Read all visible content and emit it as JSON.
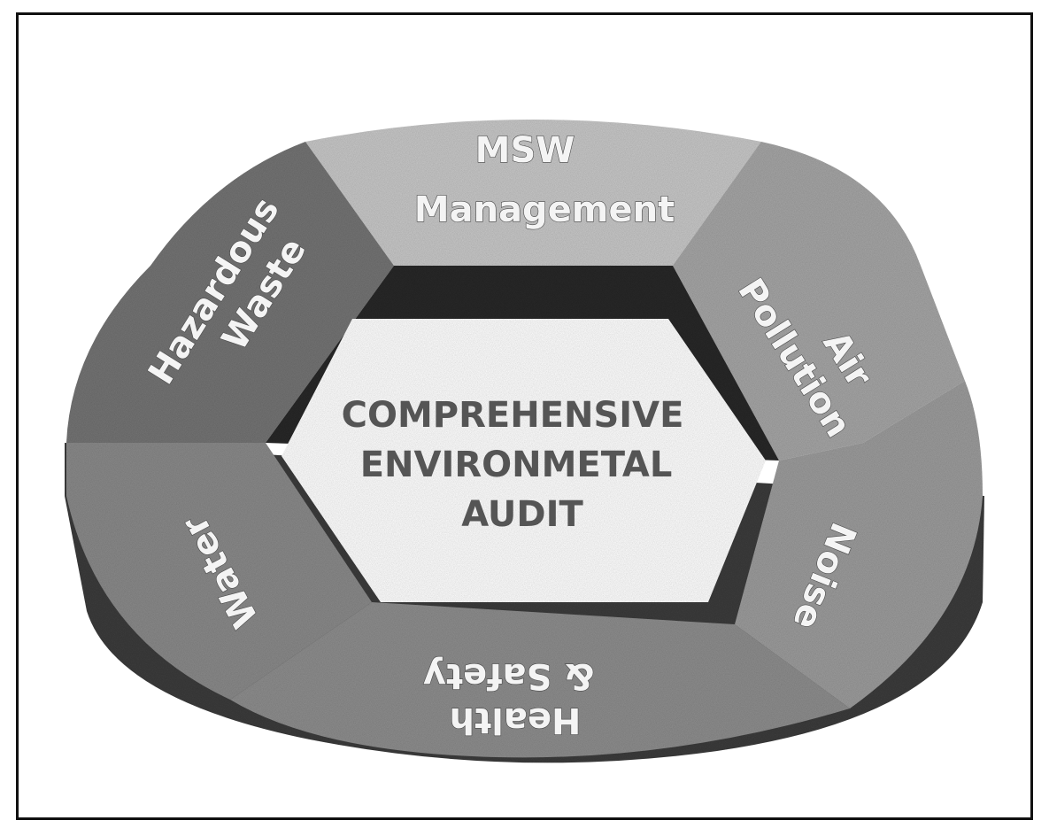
{
  "diagram": {
    "center": {
      "lines": [
        "COMPREHENSIVE",
        "ENVIRONMETAL",
        "AUDIT"
      ]
    },
    "segments": {
      "msw": {
        "lines": [
          "MSW",
          "Management"
        ],
        "color": "#c8c8c8"
      },
      "air": {
        "lines": [
          "Air",
          "Pollution"
        ],
        "color": "#a6a6a6"
      },
      "noise": {
        "lines": [
          "Noise"
        ],
        "color": "#9c9c9c"
      },
      "health": {
        "lines": [
          "Health",
          "& Safety"
        ],
        "color": "#8e8e8e"
      },
      "water": {
        "lines": [
          "Water"
        ],
        "color": "#8a8a8a"
      },
      "hazardous": {
        "lines": [
          "Hazardous",
          "Waste"
        ],
        "color": "#747474"
      }
    },
    "colors": {
      "side": "#3c3c3c",
      "hole_wall": "#2a2a2a",
      "frame": "#111111"
    }
  }
}
